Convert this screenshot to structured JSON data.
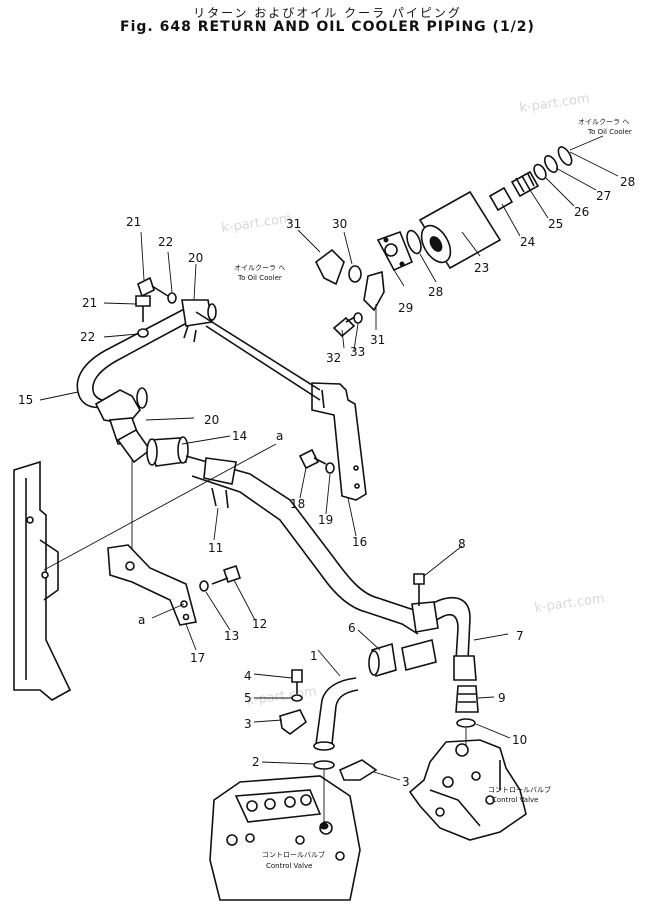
{
  "title": {
    "japanese": "リターン およびオイル クーラ パイピング",
    "english": "Fig. 648 RETURN AND OIL COOLER PIPING (1/2)"
  },
  "watermarks": [
    "k-part.com",
    "k-part.com",
    "k-part.com",
    "k-part.com"
  ],
  "notes": {
    "to_oil_cooler_top": {
      "jp": "オイルクーラ へ",
      "en": "To Oil Cooler"
    },
    "to_oil_cooler_mid": {
      "jp": "オイルクーラ へ",
      "en": "To Oil Cooler"
    },
    "control_valve_right": {
      "jp": "コントロールバルブ",
      "en": "Control Valve"
    },
    "control_valve_bottom": {
      "jp": "コントロールバルブ",
      "en": "Control Valve"
    }
  },
  "labels": {
    "p1": "1",
    "p2": "2",
    "p3a": "3",
    "p3b": "3",
    "p4": "4",
    "p5": "5",
    "p6": "6",
    "p7": "7",
    "p8": "8",
    "p9": "9",
    "p10": "10",
    "p11": "11",
    "p12": "12",
    "p13": "13",
    "p14": "14",
    "p15": "15",
    "p16": "16",
    "p17": "17",
    "p18": "18",
    "p19": "19",
    "p20a": "20",
    "p20b": "20",
    "p21a": "21",
    "p21b": "21",
    "p22a": "22",
    "p22b": "22",
    "p23": "23",
    "p24": "24",
    "p25": "25",
    "p26": "26",
    "p27": "27",
    "p28a": "28",
    "p28b": "28",
    "p29": "29",
    "p30": "30",
    "p31a": "31",
    "p31b": "31",
    "p32": "32",
    "p33": "33",
    "a1": "a",
    "a2": "a"
  }
}
